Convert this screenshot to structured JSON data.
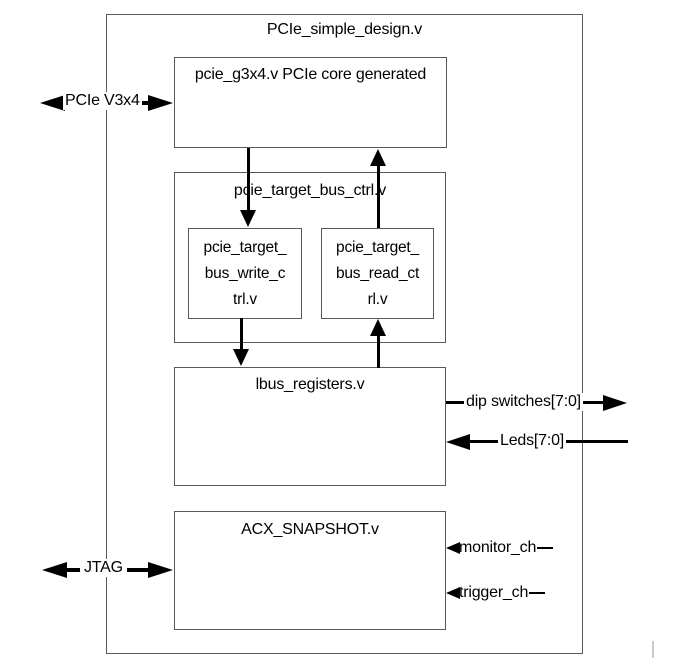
{
  "diagram": {
    "title": "PCIe_simple_design.v",
    "blocks": {
      "pcie_core": {
        "label": "pcie_g3x4.v PCIe core generated"
      },
      "bus_ctrl": {
        "label": "pcie_target_bus_ctrl.v"
      },
      "write_ctrl": {
        "lines": [
          "pcie_target_",
          "bus_write_c",
          "trl.v"
        ]
      },
      "read_ctrl": {
        "lines": [
          "pcie_target_",
          "bus_read_ct",
          "rl.v"
        ]
      },
      "lbus": {
        "label": "lbus_registers.v"
      },
      "acx": {
        "label": "ACX_SNAPSHOT.v"
      }
    },
    "ports": {
      "pcie": {
        "label": "PCIe V3x4",
        "direction": "bidirectional"
      },
      "jtag": {
        "label": "JTAG",
        "direction": "bidirectional"
      },
      "dip_switches": {
        "label": "dip switches[7:0]",
        "direction": "out"
      },
      "leds": {
        "label": "Leds[7:0]",
        "direction": "in"
      },
      "monitor": {
        "label": "monitor_ch",
        "direction": "in"
      },
      "trigger": {
        "label": "trigger_ch",
        "direction": "in"
      }
    },
    "colors": {
      "box_border": "#595959",
      "arrow": "#000000",
      "text": "#000000",
      "background": "#ffffff"
    }
  }
}
